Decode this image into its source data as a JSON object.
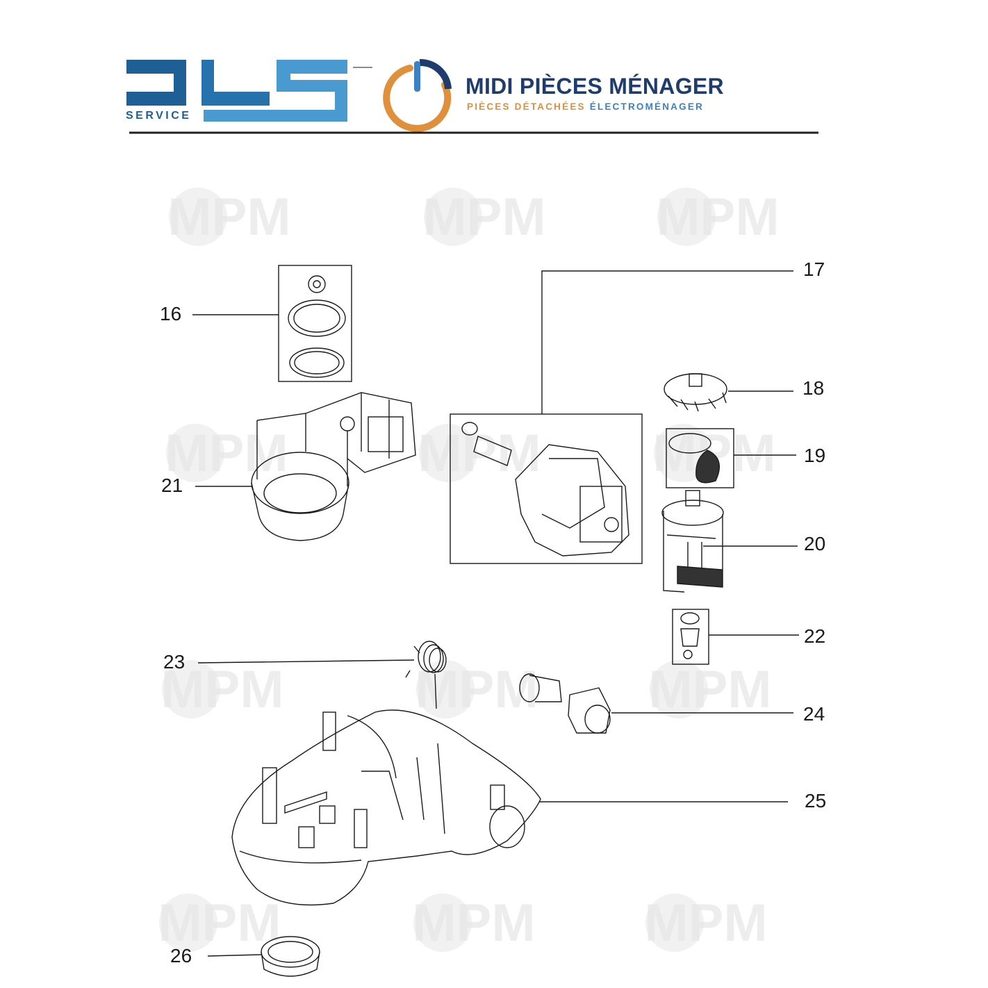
{
  "header": {
    "dls_logo_text": "DLS",
    "dls_service": "SERVICE",
    "brand_title": "MIDI PIÈCES MÉNAGER",
    "brand_subtitle_part1": "PIÈCES DÉTACHÉES",
    "brand_subtitle_part2": "ÉLECTROMÉNAGER"
  },
  "watermark_text": "MPM",
  "colors": {
    "dls_dark_blue": "#1e5f95",
    "dls_light_blue": "#4a9ad2",
    "brand_navy": "#1f3c6e",
    "brand_orange": "#e0903a",
    "brand_blue": "#3a82c4",
    "watermark": "#e6e6e6"
  },
  "callouts": {
    "c16": "16",
    "c17": "17",
    "c18": "18",
    "c19": "19",
    "c20": "20",
    "c21": "21",
    "c22": "22",
    "c23": "23",
    "c24": "24",
    "c25": "25",
    "c26": "26"
  }
}
